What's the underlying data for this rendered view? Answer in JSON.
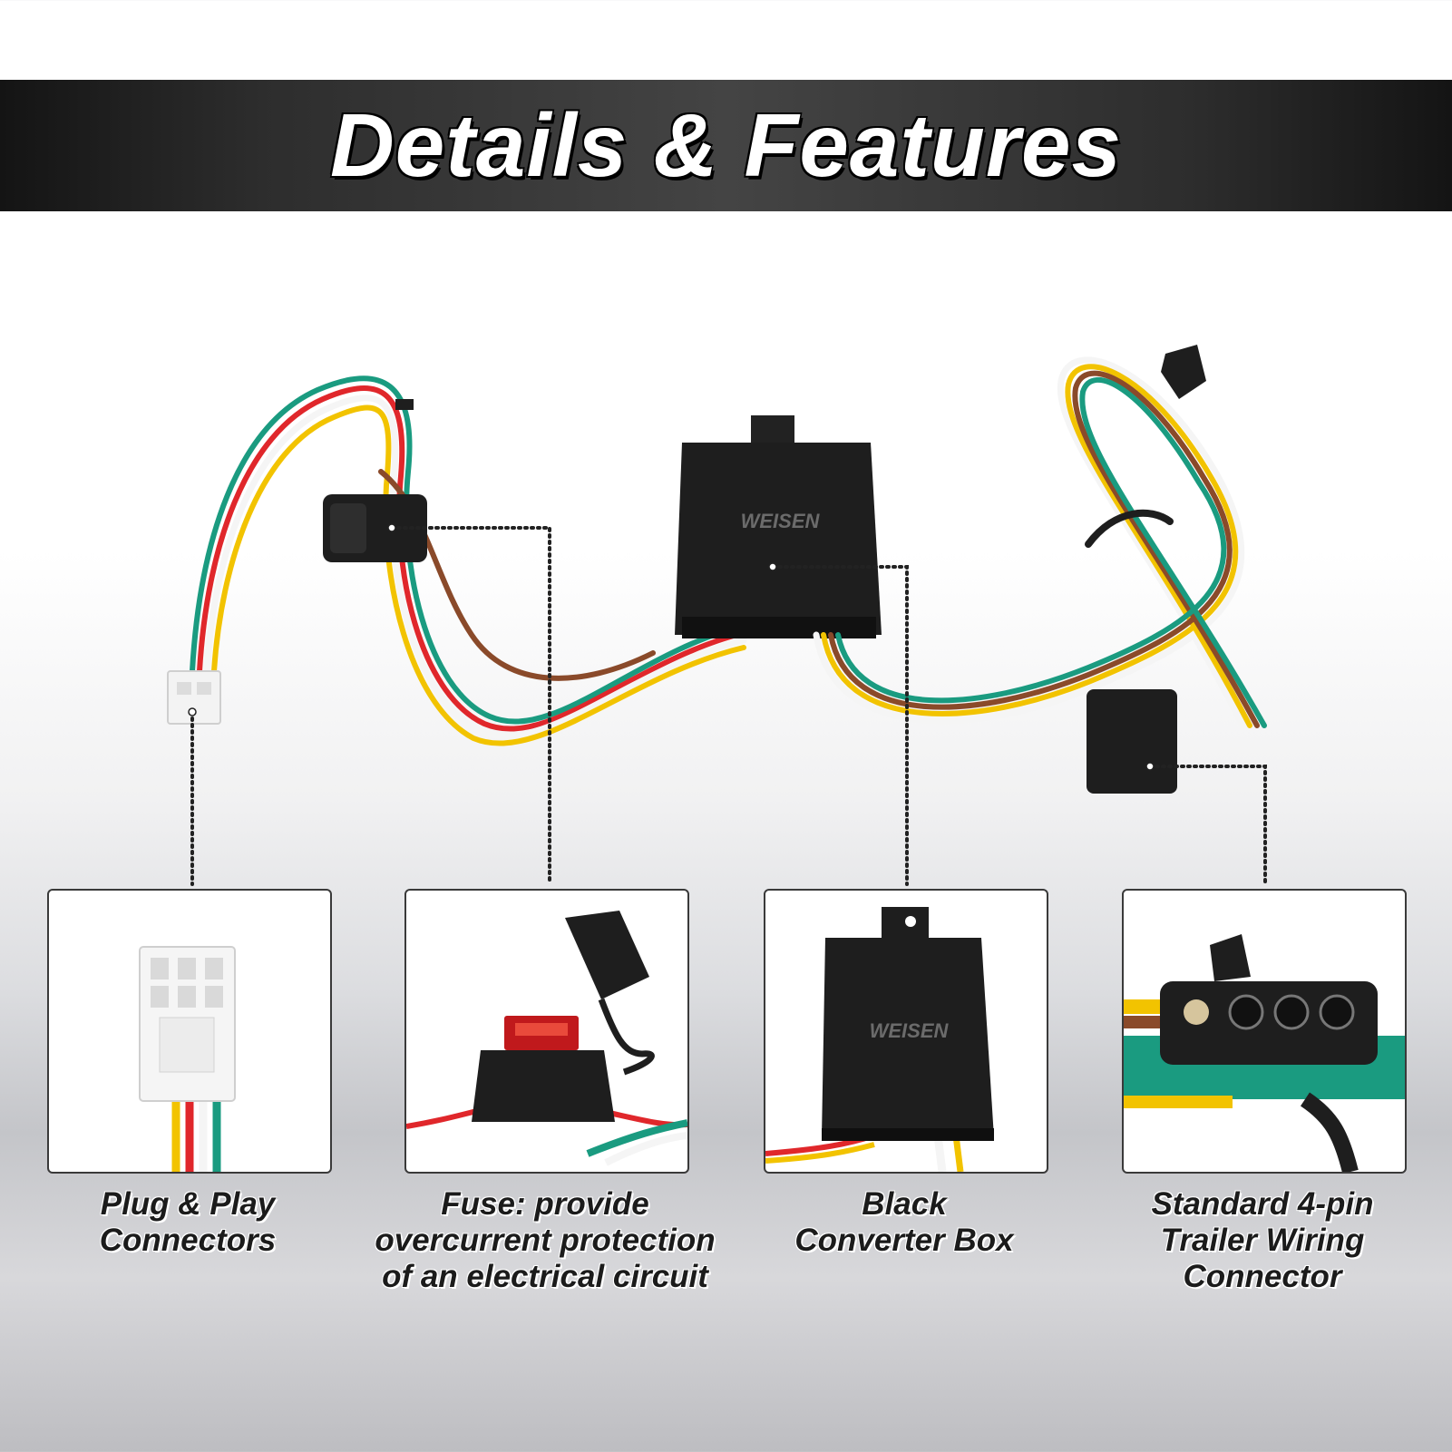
{
  "header": {
    "title": "Details & Features"
  },
  "brand": {
    "logo_text": "WEISEN"
  },
  "features": [
    {
      "lines": [
        "Plug & Play",
        "Connectors"
      ]
    },
    {
      "lines": [
        "Fuse: provide",
        "overcurrent protection",
        "of an electrical circuit"
      ]
    },
    {
      "lines": [
        "Black",
        "Converter Box"
      ]
    },
    {
      "lines": [
        "Standard 4-pin",
        "Trailer Wiring",
        "Connector"
      ]
    }
  ],
  "colors": {
    "banner": "#2d2d2d",
    "wire_green": "#1a9b80",
    "wire_yellow": "#f2c300",
    "wire_red": "#e0272b",
    "wire_brown": "#8a4a2a",
    "wire_white": "#f5f5f5",
    "box_black": "#1e1e1e"
  }
}
